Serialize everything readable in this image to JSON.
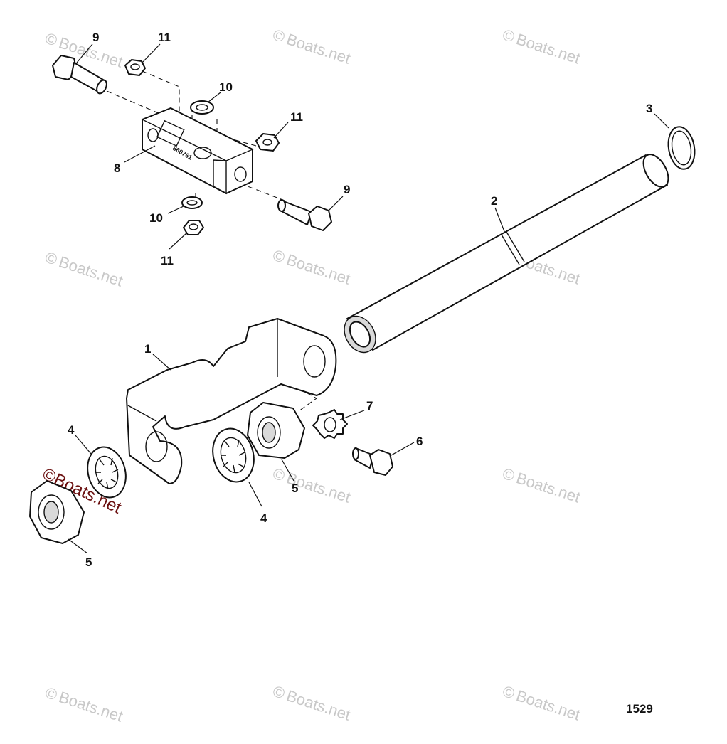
{
  "diagram": {
    "figure_number": "1529",
    "watermark_text": "Boats.net",
    "watermark_symbol": "©",
    "part_stamp": "860761",
    "callouts": {
      "c9a": "9",
      "c11a": "11",
      "c10a": "10",
      "c11b": "11",
      "c8": "8",
      "c9b": "9",
      "c10b": "10",
      "c11c": "11",
      "c3": "3",
      "c2": "2",
      "c1": "1",
      "c7": "7",
      "c6": "6",
      "c4a": "4",
      "c5a": "5",
      "c4b": "4",
      "c5b": "5"
    }
  }
}
